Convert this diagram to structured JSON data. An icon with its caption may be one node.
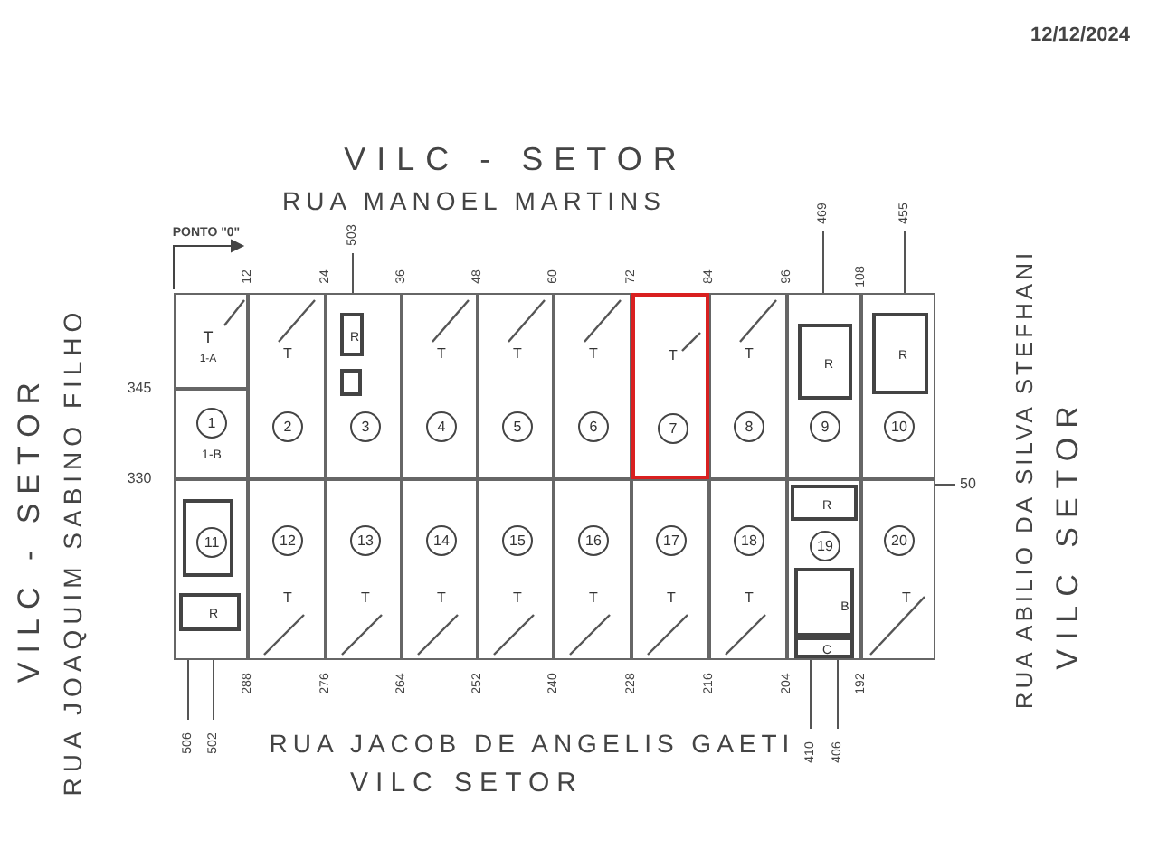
{
  "diagram": {
    "nodes": [
      {
        "text": [
          "T",
          "1-A"
        ]
      },
      {
        "text": [
          "1",
          "1-B"
        ]
      },
      {
        "text": [
          "T",
          "2"
        ]
      },
      {
        "text": [
          "3"
        ]
      },
      {
        "text": [
          "R"
        ],
        "in": 3
      },
      {
        "text": [],
        "shape": "box",
        "in": 3
      },
      {
        "text": [
          "T",
          "4"
        ]
      },
      {
        "text": [
          "T",
          "5"
        ]
      },
      {
        "text": [
          "T",
          "6"
        ]
      },
      {
        "text": [
          "T",
          "7"
        ]
      },
      {
        "text": [
          "T",
          "8"
        ]
      },
      {
        "text": [
          "9"
        ]
      },
      {
        "text": [
          "R"
        ],
        "in": 11
      },
      {
        "text": [
          "10"
        ]
      },
      {
        "text": [
          "R"
        ],
        "in": 13
      },
      {
        "text": [],
        "shape": "box"
      },
      {
        "text": [
          "11"
        ],
        "in": 15
      },
      {
        "text": [
          "R"
        ],
        "in": 15
      },
      {
        "text": [
          "12",
          "T"
        ]
      },
      {
        "text": [
          "13",
          "T"
        ]
      },
      {
        "text": [
          "14",
          "T"
        ]
      },
      {
        "text": [
          "15",
          "T"
        ]
      },
      {
        "text": [
          "16",
          "T"
        ]
      },
      {
        "text": [
          "17",
          "T"
        ]
      },
      {
        "text": [
          "18",
          "T"
        ]
      },
      {
        "text": [
          "19"
        ]
      },
      {
        "text": [
          "R"
        ],
        "in": 25
      },
      {
        "text": [
          "B"
        ],
        "in": 25
      },
      {
        "text": [
          "C"
        ],
        "in": 25
      },
      {
        "text": [
          "20",
          "T"
        ]
      }
    ],
    "labels": [
      "12/12/2024",
      "VILC - SETOR",
      "RUA MANOEL MARTINS",
      "PONTO \"0\"",
      "503",
      "12",
      "24",
      "36",
      "48",
      "60",
      "72",
      "84",
      "96",
      "469",
      "108",
      "455",
      "VILC - SETOR",
      "RUA JOAQUIM SABINO FILHO",
      "345",
      "330",
      "RUA ABILIO DA SILVA STEFHANI",
      "VILC SETOR",
      "50",
      "506",
      "502",
      "288",
      "276",
      "264",
      "252",
      "240",
      "228",
      "216",
      "204",
      "410",
      "406",
      "192",
      "RUA JACOB DE ANGELIS GAETI",
      "VILC SETOR"
    ]
  }
}
